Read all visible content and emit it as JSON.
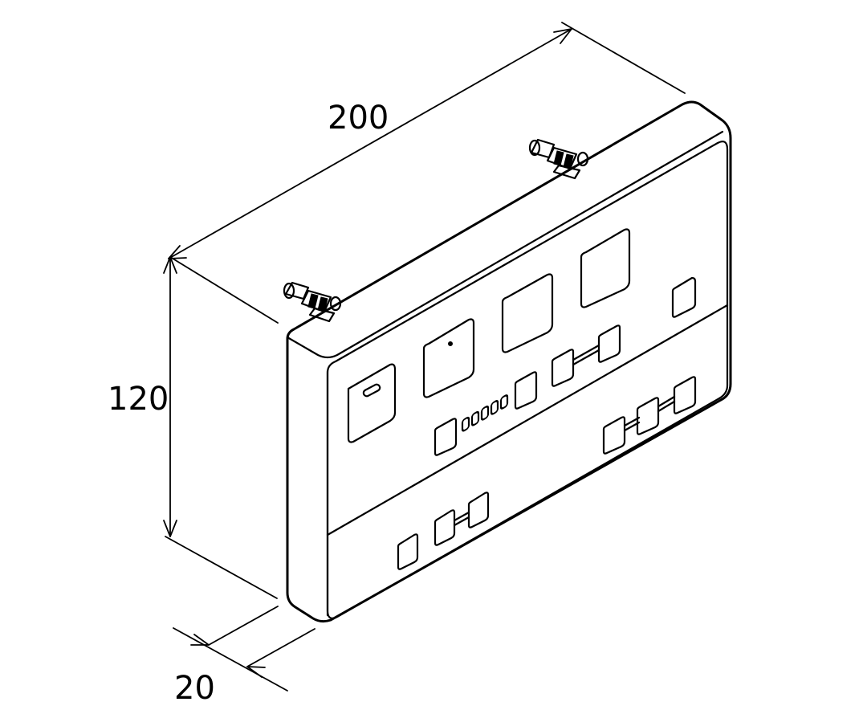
{
  "dimensions": {
    "width_label": "200",
    "height_label": "120",
    "depth_label": "20"
  }
}
